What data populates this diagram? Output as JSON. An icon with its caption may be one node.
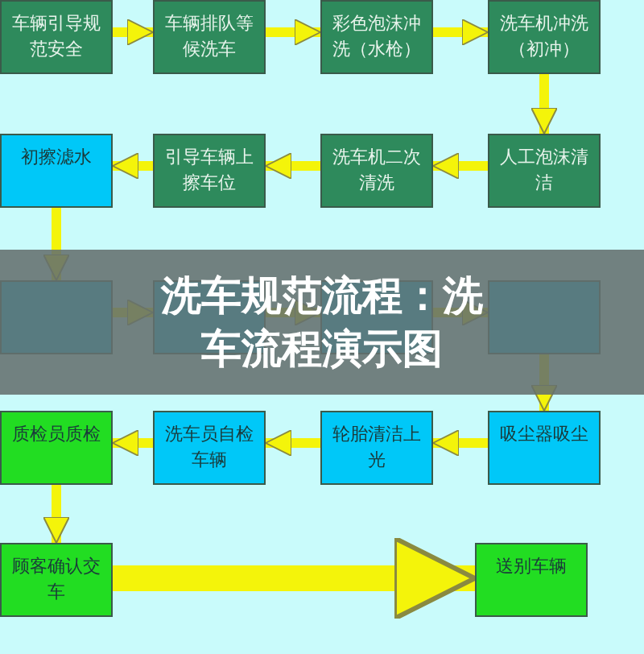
{
  "diagram": {
    "title": "洗车规范流程：洗车流程演示图",
    "nodes": [
      {
        "text": [
          "车辆引导规范安全"
        ]
      },
      {
        "text": [
          "车辆排队等候洗车"
        ]
      },
      {
        "text": [
          "彩色泡沫冲洗（水枪）"
        ]
      },
      {
        "text": [
          "洗车机冲洗（初冲）"
        ]
      },
      {
        "text": [
          "初擦滤水"
        ]
      },
      {
        "text": [
          "引导车辆上擦车位"
        ]
      },
      {
        "text": [
          "洗车机二次清洗"
        ]
      },
      {
        "text": [
          "人工泡沫清洁"
        ]
      },
      {
        "text": [],
        "shape": "box"
      },
      {
        "text": [],
        "shape": "box"
      },
      {
        "text": [],
        "shape": "box"
      },
      {
        "text": [],
        "shape": "box"
      },
      {
        "text": [
          "质检员质检"
        ]
      },
      {
        "text": [
          "洗车员自检车辆"
        ]
      },
      {
        "text": [
          "轮胎清洁上光"
        ]
      },
      {
        "text": [
          "吸尘器吸尘"
        ]
      },
      {
        "text": [
          "顾客确认交车"
        ]
      },
      {
        "text": [
          "送别车辆"
        ]
      }
    ],
    "edges": [
      {
        "from": 0,
        "to": 1,
        "arrow": "to"
      },
      {
        "from": 1,
        "to": 2,
        "arrow": "to"
      },
      {
        "from": 2,
        "to": 3,
        "arrow": "to"
      },
      {
        "from": 3,
        "to": 7,
        "arrow": "to"
      },
      {
        "from": 7,
        "to": 6,
        "arrow": "to"
      },
      {
        "from": 6,
        "to": 5,
        "arrow": "to"
      },
      {
        "from": 5,
        "to": 4,
        "arrow": "to"
      },
      {
        "from": 4,
        "to": 8,
        "arrow": "to"
      },
      {
        "from": 8,
        "to": 9,
        "arrow": "to"
      },
      {
        "from": 9,
        "to": 10,
        "arrow": "to"
      },
      {
        "from": 10,
        "to": 11,
        "arrow": "to"
      },
      {
        "from": 11,
        "to": 15,
        "arrow": "to"
      },
      {
        "from": 15,
        "to": 14,
        "arrow": "to"
      },
      {
        "from": 14,
        "to": 13,
        "arrow": "to"
      },
      {
        "from": 13,
        "to": 12,
        "arrow": "to"
      },
      {
        "from": 12,
        "to": 16,
        "arrow": "to"
      },
      {
        "from": 16,
        "to": 17,
        "arrow": "to",
        "style": "thick"
      }
    ]
  }
}
